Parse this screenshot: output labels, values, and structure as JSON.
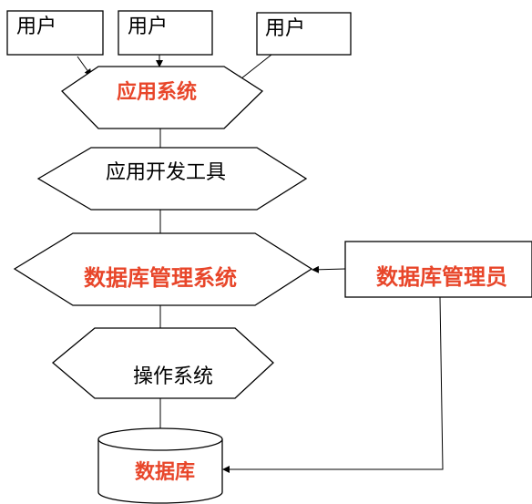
{
  "users": [
    {
      "label": "用户"
    },
    {
      "label": "用户"
    },
    {
      "label": "用户"
    }
  ],
  "layers": {
    "application_system": "应用系统",
    "dev_tools": "应用开发工具",
    "dbms": "数据库管理系统",
    "os": "操作系统",
    "database": "数据库"
  },
  "dba": "数据库管理员",
  "colors": {
    "red_text": "#e8462a",
    "black_text": "#000000"
  }
}
